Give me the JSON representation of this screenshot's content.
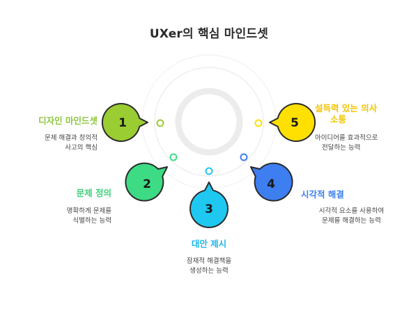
{
  "title": "UXer의 핵심 마인드셋",
  "colors": {
    "c1": "#9ACD32",
    "c2": "#3DDC84",
    "c3": "#1EC8F0",
    "c4": "#3D7EF0",
    "c5": "#FFE000",
    "lbl1": "#8CC63F",
    "lbl2": "#3DD17A",
    "lbl3": "#1BB6E8",
    "lbl4": "#3B7FF0",
    "lbl5": "#F2C500"
  },
  "steps": [
    {
      "number": "1",
      "label": "디자인 마인드셋",
      "desc_line1": "문제 해결과 창의적",
      "desc_line2": "사고의 핵심"
    },
    {
      "number": "2",
      "label": "문제 정의",
      "desc_line1": "명확하게 문제를",
      "desc_line2": "식별하는 능력"
    },
    {
      "number": "3",
      "label": "대안 제시",
      "desc_line1": "잠재적 해결책을",
      "desc_line2": "생성하는 능력"
    },
    {
      "number": "4",
      "label": "시각적 해결",
      "desc_line1": "시각적 요소를 사용하여",
      "desc_line2": "문제를 해결하는 능력"
    },
    {
      "number": "5",
      "label_line1": "설득력 있는 의사",
      "label_line2": "소통",
      "desc_line1": "아이디어를 효과적으로",
      "desc_line2": "전달하는 능력"
    }
  ]
}
